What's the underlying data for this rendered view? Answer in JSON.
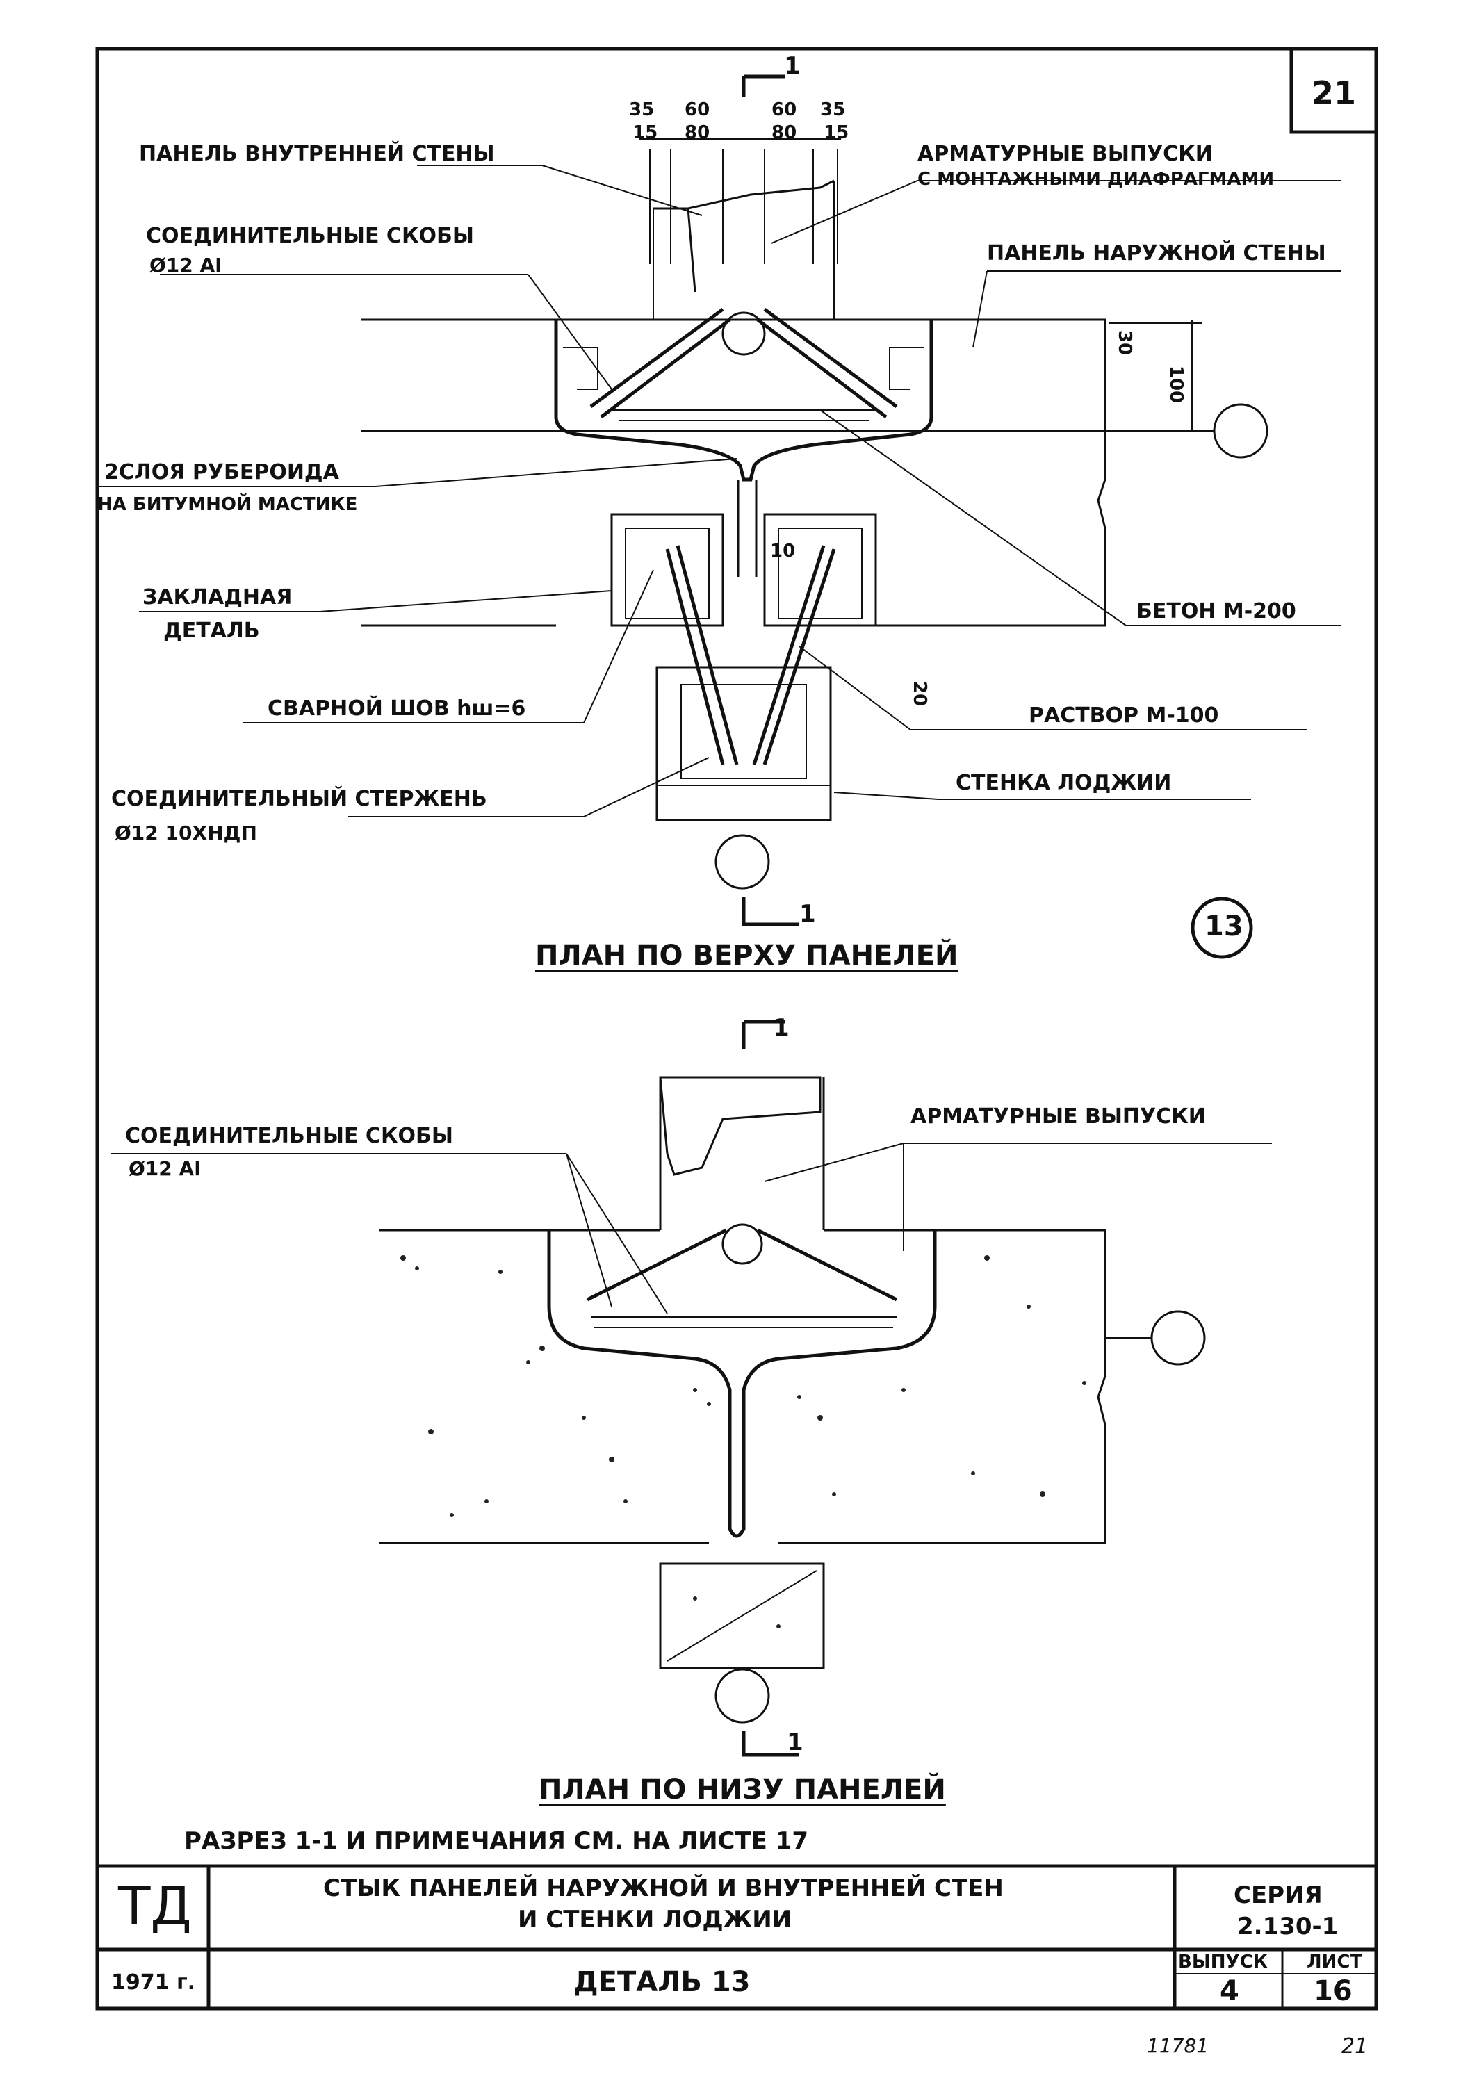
{
  "sheet": {
    "page_number": "21",
    "detail_mark": "13",
    "bottom_notes": {
      "left": "11781",
      "right": "21"
    }
  },
  "top_plan": {
    "title": "ПЛАН ПО ВЕРХУ ПАНЕЛЕЙ",
    "section_mark": "1",
    "dimensions": {
      "top_row": [
        "35",
        "60",
        "60",
        "35"
      ],
      "second_row": [
        "15",
        "80",
        "80",
        "15"
      ],
      "vertical": [
        "30",
        "100"
      ],
      "gap": "10",
      "mortar": "20"
    },
    "labels": {
      "inner_panel": "ПАНЕЛЬ ВНУТРЕННЕЙ СТЕНЫ",
      "rebar_outlets_1": "АРМАТУРНЫЕ ВЫПУСКИ",
      "rebar_outlets_2": "С МОНТАЖНЫМИ ДИАФРАГМАМИ",
      "brackets": "СОЕДИНИТЕЛЬНЫЕ СКОБЫ",
      "brackets_spec": "Ø12 AI",
      "outer_panel": "ПАНЕЛЬ НАРУЖНОЙ СТЕНЫ",
      "roofing_1": "2СЛОЯ РУБЕРОИДА",
      "roofing_2": "НА БИТУМНОЙ МАСТИКЕ",
      "embedded_1": "ЗАКЛАДНАЯ",
      "embedded_2": "ДЕТАЛЬ",
      "concrete": "БЕТОН М-200",
      "weld": "СВАРНОЙ ШОВ hш=6",
      "mortar": "РАСТВОР М-100",
      "loggia": "СТЕНКА ЛОДЖИИ",
      "rod": "СОЕДИНИТЕЛЬНЫЙ СТЕРЖЕНЬ",
      "rod_spec": "Ø12 10ХНДП"
    }
  },
  "bottom_plan": {
    "title": "ПЛАН ПО НИЗУ ПАНЕЛЕЙ",
    "section_mark": "1",
    "labels": {
      "brackets": "СОЕДИНИТЕЛЬНЫЕ СКОБЫ",
      "brackets_spec": "Ø12 AI",
      "rebar_outlets": "АРМАТУРНЫЕ ВЫПУСКИ"
    },
    "note": "РАЗРЕЗ 1-1 И ПРИМЕЧАНИЯ СМ. НА ЛИСТЕ 17"
  },
  "title_block": {
    "org": "ТД",
    "year": "1971 г.",
    "title_line1": "СТЫК ПАНЕЛЕЙ НАРУЖНОЙ И ВНУТРЕННЕЙ СТЕН",
    "title_line2": "И СТЕНКИ ЛОДЖИИ",
    "detail": "ДЕТАЛЬ 13",
    "series_label": "СЕРИЯ",
    "series_value": "2.130-1",
    "issue_label": "ВЫПУСК",
    "issue_value": "4",
    "sheet_label": "ЛИСТ",
    "sheet_value": "16"
  }
}
